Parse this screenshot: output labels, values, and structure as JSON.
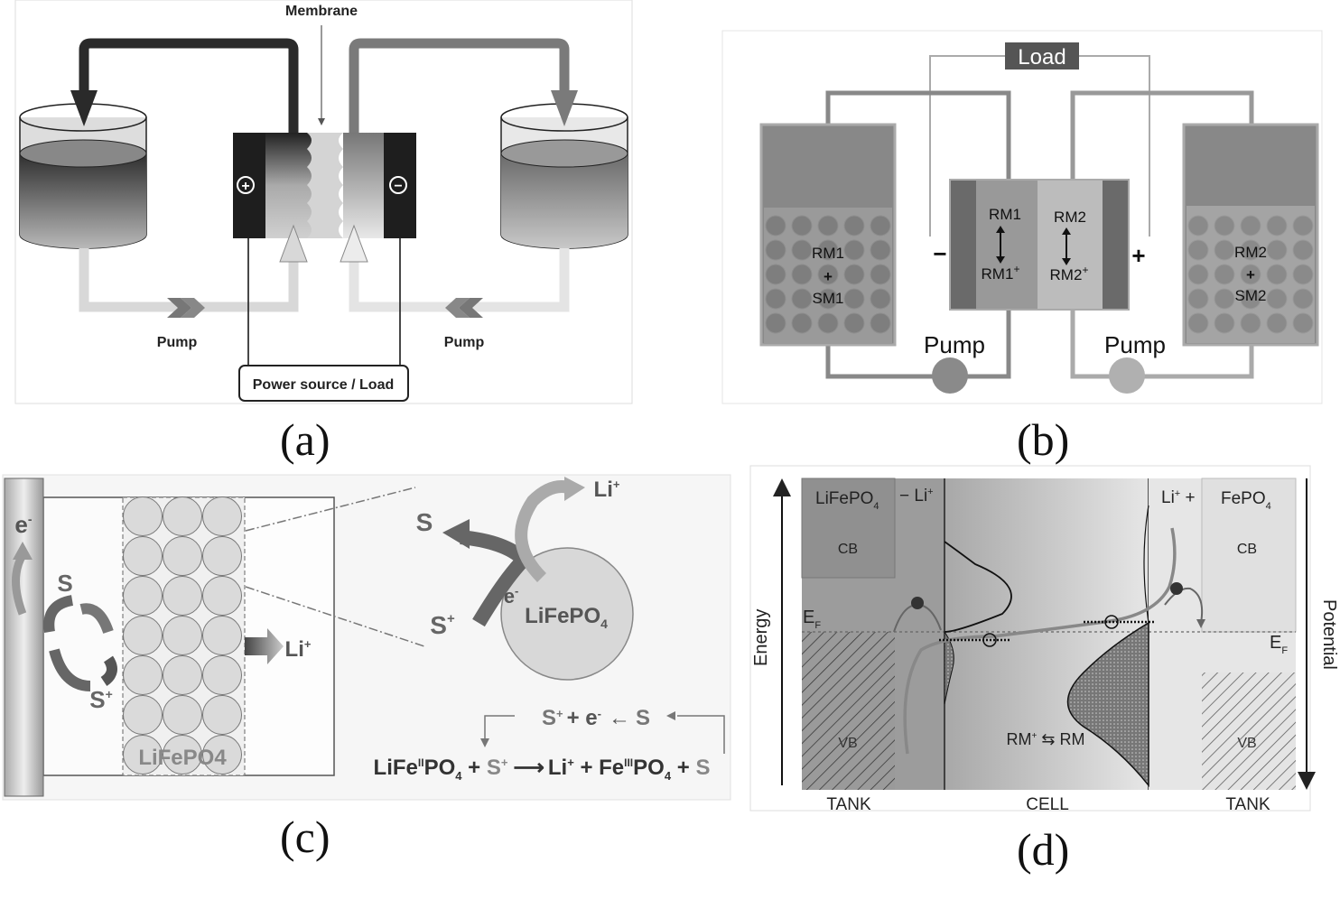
{
  "panels": {
    "a": {
      "caption": "(a)",
      "membrane_label": "Membrane",
      "pump_left_label": "Pump",
      "pump_right_label": "Pump",
      "power_box_label": "Power source / Load",
      "positive_symbol": "+",
      "negative_symbol": "−"
    },
    "b": {
      "caption": "(b)",
      "load_label": "Load",
      "left_tank": {
        "line1": "RM1",
        "line2": "+",
        "line3": "SM1"
      },
      "right_tank": {
        "line1": "RM2",
        "line2": "+",
        "line3": "SM2"
      },
      "cell_left": {
        "top": "RM1",
        "bottom": "RM1",
        "bottom_sup": "+"
      },
      "cell_right": {
        "top": "RM2",
        "bottom": "RM2",
        "bottom_sup": "+"
      },
      "minus_sign": "−",
      "plus_sign": "+",
      "pump_left_label": "Pump",
      "pump_right_label": "Pump"
    },
    "c": {
      "caption": "(c)",
      "electron_label": "e",
      "electron_sup": "-",
      "s_label": "S",
      "s_plus_label": "S",
      "s_plus_sup": "+",
      "li_label": "Li",
      "li_sup": "+",
      "particle_column_label": "LiFePO4",
      "zoom_particle_label": "LiFePO",
      "zoom_particle_sub": "4",
      "zoom_s_label": "S",
      "zoom_s_plus_label": "S",
      "zoom_e_label": "e",
      "zoom_li_label": "Li",
      "equation_top": {
        "s_plus": "S",
        "plus": "+ e",
        "arrow": "←",
        "s": "S"
      },
      "equation_bottom": {
        "part1": "LiFe",
        "sup1": "II",
        "part2": "PO",
        "sub2": "4",
        "part3": " + ",
        "s_plus": "S",
        "arrow": "⟶",
        "part4": "Li",
        "part5": " + Fe",
        "sup2": "III",
        "part6": "PO",
        "sub6": "4",
        "part7": " + ",
        "s": "S"
      }
    },
    "d": {
      "caption": "(d)",
      "left_label": "LiFePO",
      "left_label_sub": "4",
      "left_li_label": "− Li",
      "right_li_label": "Li",
      "right_li_plus": " +",
      "right_label": "FePO",
      "right_label_sub": "4",
      "cb_left": "CB",
      "cb_right": "CB",
      "vb_left": "VB",
      "vb_right": "VB",
      "ef_left": "E",
      "ef_right": "E",
      "ef_sub": "F",
      "energy_axis": "Energy",
      "potential_axis": "Potential",
      "reaction_label": "RM",
      "reaction_rest": " ⇆ RM",
      "tank_left": "TANK",
      "cell": "CELL",
      "tank_right": "TANK"
    }
  }
}
